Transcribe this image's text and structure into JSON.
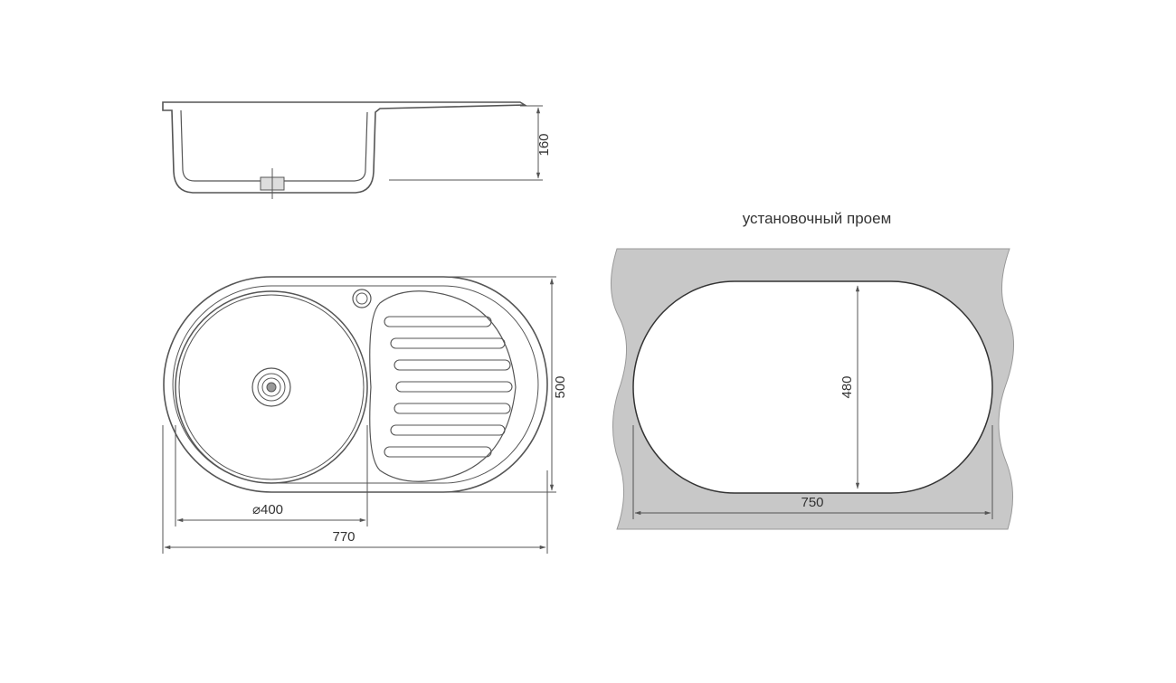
{
  "drawing": {
    "cutout_label": "установочный проем",
    "profile_depth": "160",
    "top_view_height": "500",
    "bowl_diameter": "⌀400",
    "top_view_width": "770",
    "cutout_height": "480",
    "cutout_width": "750"
  },
  "colors": {
    "line": "#555555",
    "countertop_fill": "#c8c8c8",
    "background": "#ffffff"
  }
}
